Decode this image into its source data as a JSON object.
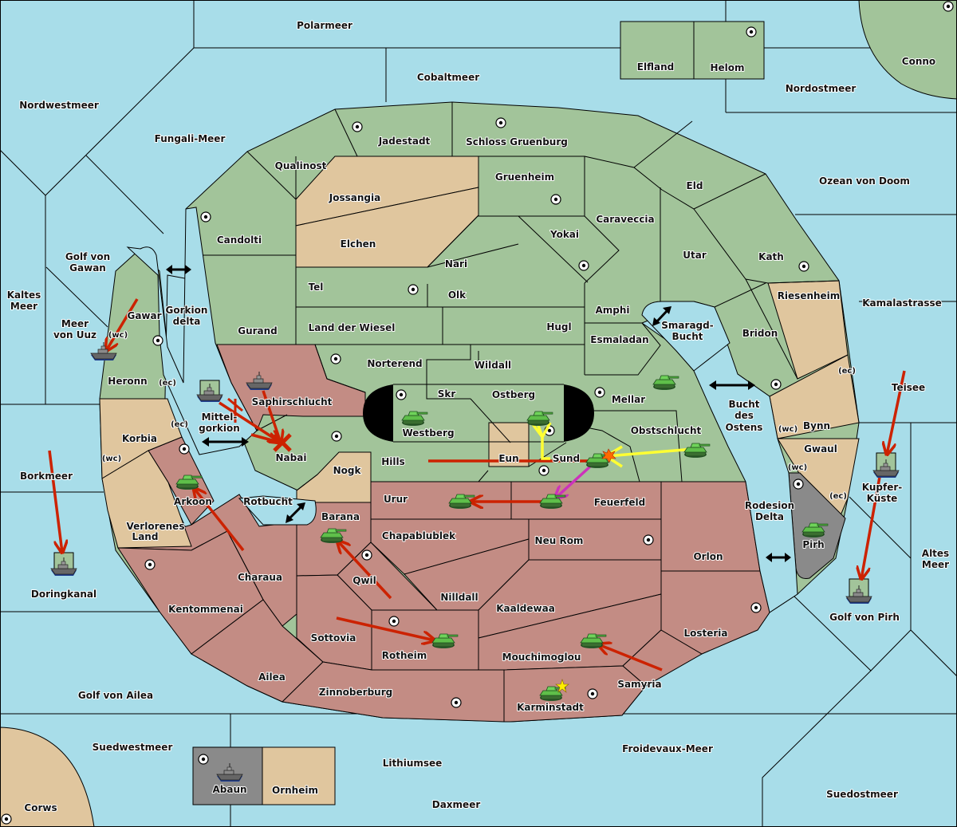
{
  "map": {
    "colors": {
      "sea": "#a8dde9",
      "neutral": "#e0c69e",
      "power_green": "#a2c49a",
      "power_red": "#c38c84",
      "power_gray": "#8a8a8a",
      "order_move": "#cc2200",
      "order_support": "#ffff33",
      "order_convoy_retreat": "#cc33bb"
    },
    "seas": {
      "polarmeer": "Polarmeer",
      "cobaltmeer": "Cobaltmeer",
      "nordwestmeer": "Nordwestmeer",
      "fungali": "Fungali-Meer",
      "nordostmeer": "Nordostmeer",
      "ozean_doom": "Ozean von Doom",
      "golf_gawan_1": "Golf von",
      "golf_gawan_2": "Gawan",
      "kaltes_1": "Kaltes",
      "kaltes_2": "Meer",
      "uuz_1": "Meer",
      "uuz_2": "von Uuz",
      "gorkion_delta_1": "Gorkion",
      "gorkion_delta_2": "delta",
      "mittelgorkion_1": "Mittel-",
      "mittelgorkion_2": "gorkion",
      "borkmeer": "Borkmeer",
      "rotbucht": "Rotbucht",
      "smaragd_1": "Smaragd-",
      "smaragd_2": "Bucht",
      "bucht_ostens_1": "Bucht",
      "bucht_ostens_2": "des",
      "bucht_ostens_3": "Ostens",
      "kamalastrasse": "Kamalastrasse",
      "teisee": "Teisee",
      "kupfer_1": "Kupfer-",
      "kupfer_2": "Küste",
      "altes_1": "Altes",
      "altes_2": "Meer",
      "rodesion_1": "Rodesion",
      "rodesion_2": "Delta",
      "doringkanal": "Doringkanal",
      "golf_ailea": "Golf von Ailea",
      "golf_pirh": "Golf von Pirh",
      "suedwestmeer": "Suedwestmeer",
      "lithiumsee": "Lithiumsee",
      "froidevaux": "Froidevaux-Meer",
      "daxmeer": "Daxmeer",
      "suedostmeer": "Suedostmeer"
    },
    "lands": {
      "elfland": "Elfland",
      "helom": "Helom",
      "conno": "Conno",
      "jadestadt": "Jadestadt",
      "schloss": "Schloss Gruenburg",
      "qualinost": "Qualinost",
      "jossangia": "Jossangia",
      "gruenheim": "Gruenheim",
      "eld": "Eld",
      "candolti": "Candolti",
      "elchen": "Elchen",
      "caraveccia": "Caraveccia",
      "yokai": "Yokai",
      "nari": "Nari",
      "utar": "Utar",
      "kath": "Kath",
      "tel": "Tel",
      "olk": "Olk",
      "gawar": "Gawar",
      "amphi": "Amphi",
      "riesenheim": "Riesenheim",
      "gurand": "Gurand",
      "land_wiesel": "Land der Wiesel",
      "hugl": "Hugl",
      "esmaladan": "Esmaladan",
      "bridon": "Bridon",
      "norterend": "Norterend",
      "wildall": "Wildall",
      "heronn": "Heronn",
      "skr": "Skr",
      "ostberg": "Ostberg",
      "mellar": "Mellar",
      "saphirschlucht": "Saphirschlucht",
      "westberg": "Westberg",
      "obstschlucht": "Obstschlucht",
      "bynn": "Bynn",
      "korbia": "Korbia",
      "nabai": "Nabai",
      "gwaul": "Gwaul",
      "hills": "Hills",
      "eun": "Eun",
      "sund": "Sund",
      "nogk": "Nogk",
      "arkoon": "Arkoon",
      "urur": "Urur",
      "feuerfeld": "Feuerfeld",
      "barana": "Barana",
      "verlorenes_1": "Verlorenes",
      "verlorenes_2": "Land",
      "chapablublek": "Chapablublek",
      "neu_rom": "Neu Rom",
      "orlon": "Orlon",
      "pirh": "Pirh",
      "charaua": "Charaua",
      "qwil": "Qwil",
      "nilldall": "Nilldall",
      "kentommenai": "Kentommenai",
      "kaaldewaa": "Kaaldewaa",
      "losteria": "Losteria",
      "sottovia": "Sottovia",
      "rotheim": "Rotheim",
      "mouchimoglou": "Mouchimoglou",
      "ailea": "Ailea",
      "samyria": "Samyria",
      "zinnoberburg": "Zinnoberburg",
      "karminstadt": "Karminstadt",
      "abaun": "Abaun",
      "ornheim": "Ornheim",
      "corws": "Corws"
    },
    "coasts": {
      "wc": "(wc)",
      "ec": "(ec)"
    }
  }
}
